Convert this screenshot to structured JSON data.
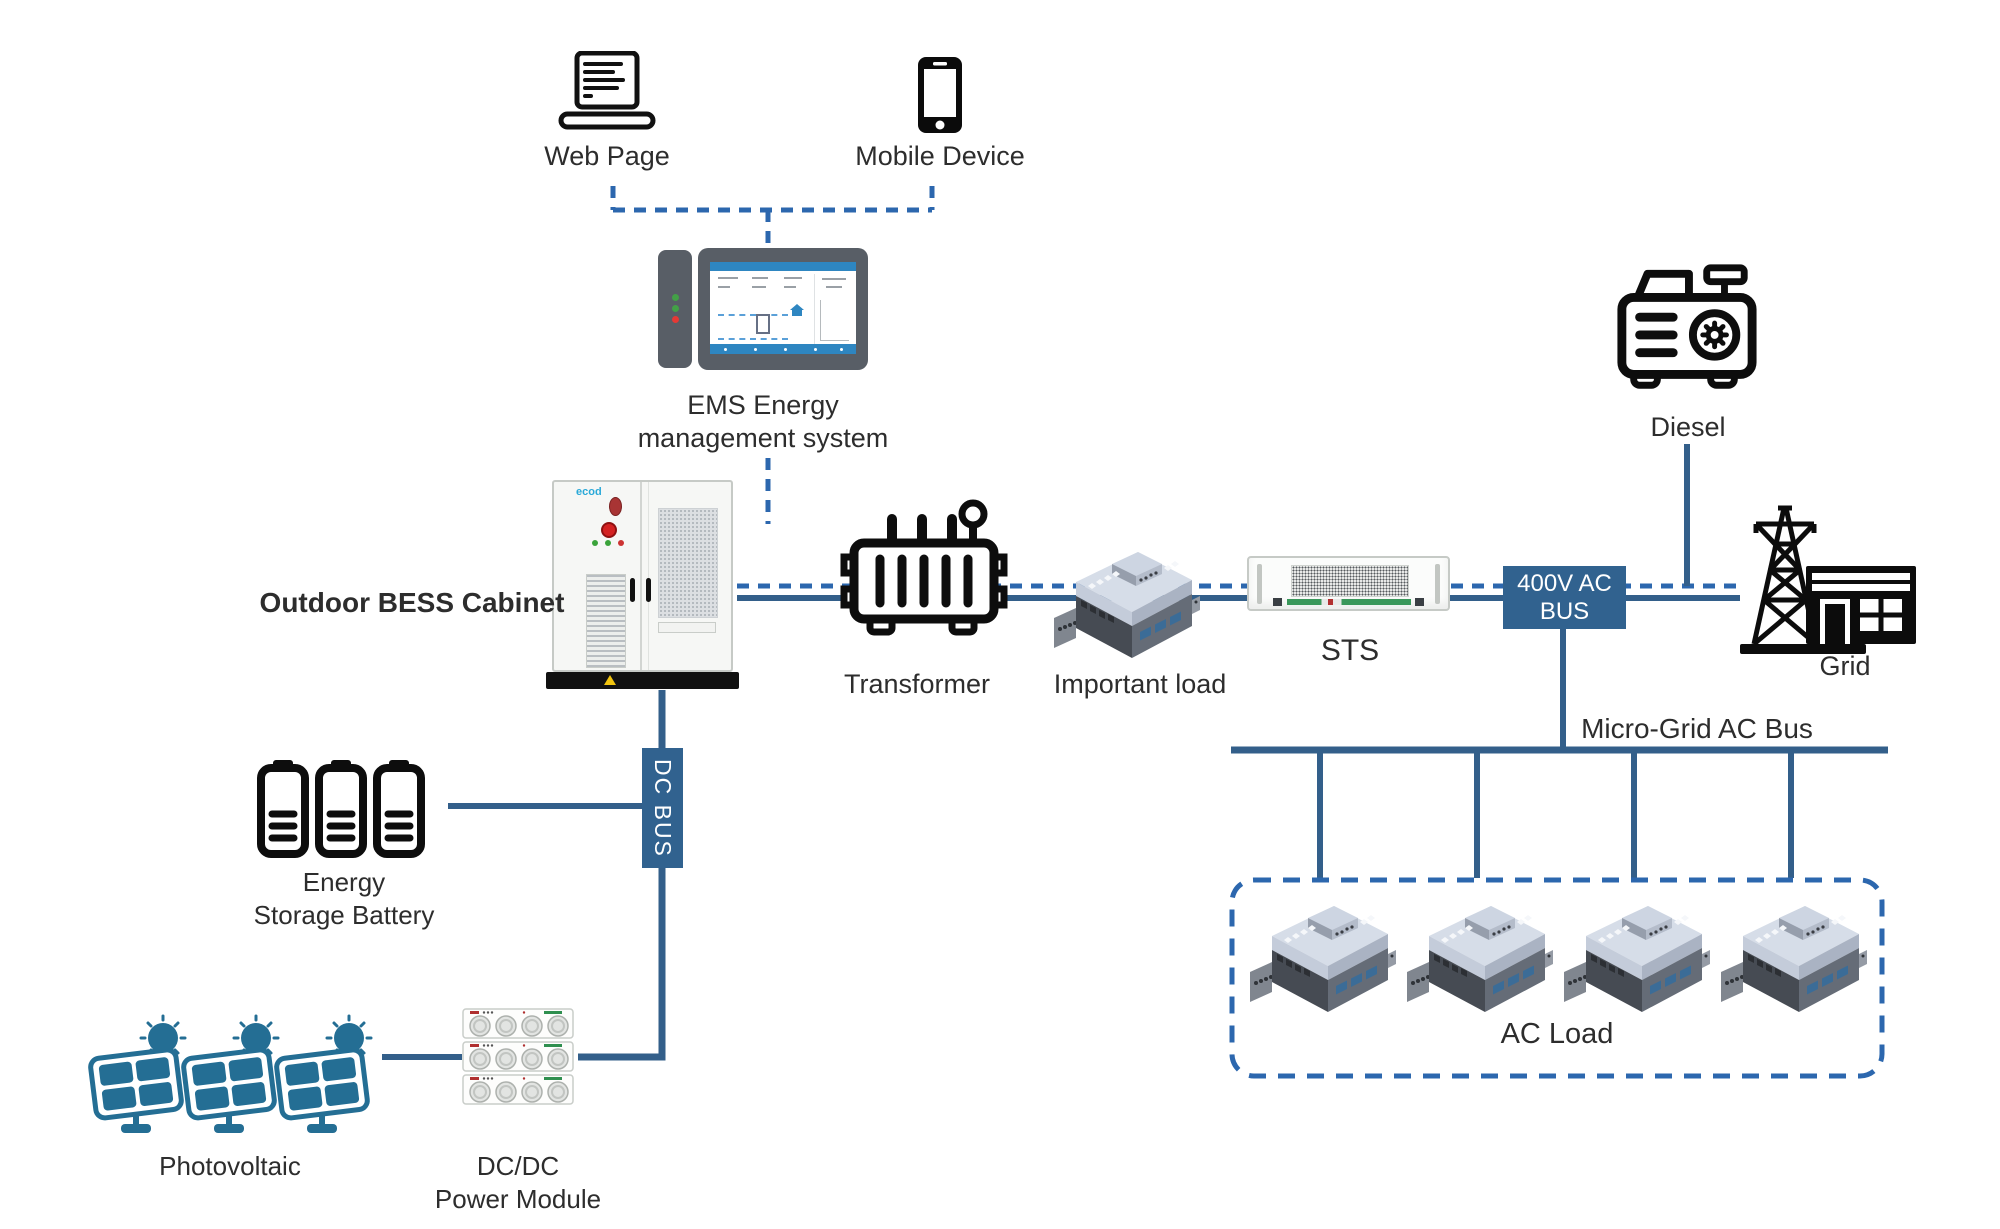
{
  "colors": {
    "line_solid": "#335f8a",
    "line_dashed": "#2c67ae",
    "bus_box_fill": "#31628f",
    "bus_box_text": "#ffffff",
    "pv_blue": "#246e94",
    "label_text": "#2d2d2d",
    "icon_black": "#0d0d0d"
  },
  "nodes": {
    "web_page": {
      "label": "Web Page"
    },
    "mobile_device": {
      "label": "Mobile Device"
    },
    "ems": {
      "label_line1": "EMS Energy",
      "label_line2": "management system"
    },
    "bess_cabinet": {
      "label": "Outdoor BESS Cabinet",
      "logo_text": "ecod"
    },
    "transformer": {
      "label": "Transformer"
    },
    "important_load": {
      "label": "Important load"
    },
    "sts": {
      "label": "STS"
    },
    "ac_bus_400v": {
      "line1": "400V AC",
      "line2": "BUS"
    },
    "diesel": {
      "label": "Diesel"
    },
    "grid": {
      "label": "Grid"
    },
    "micro_grid_ac_bus": {
      "label": "Micro-Grid AC Bus"
    },
    "ac_load": {
      "label": "AC Load",
      "device_count": 4
    },
    "dc_bus": {
      "label": "DC BUS"
    },
    "energy_storage_battery": {
      "label_line1": "Energy",
      "label_line2": "Storage Battery",
      "battery_count": 3
    },
    "photovoltaic": {
      "label": "Photovoltaic",
      "panel_count": 3
    },
    "dcdc_power_module": {
      "label_line1": "DC/DC",
      "label_line2": "Power Module"
    }
  }
}
